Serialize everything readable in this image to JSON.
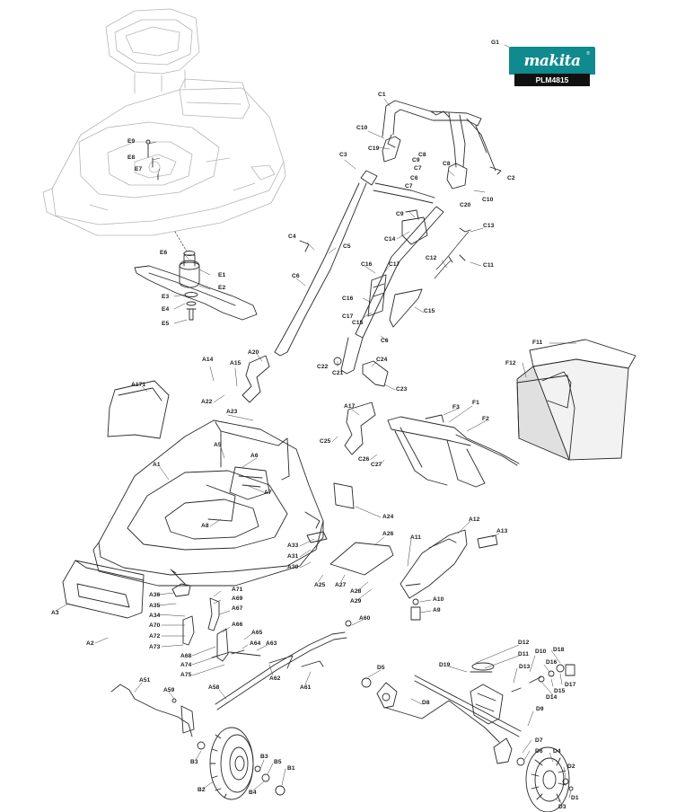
{
  "logo": {
    "brand": "makita",
    "model": "PLM4815"
  },
  "colors": {
    "line": "#2a2a2a",
    "faint": "#b8b8b8",
    "logo_bg": "#0f8a8e",
    "logo_band": "#111111"
  },
  "labels": {
    "G1": "G1",
    "C1": "C1",
    "C10a": "C10",
    "C19": "C19",
    "C8a": "C8",
    "C9a": "C9",
    "C7a": "C7",
    "C6a": "C6",
    "C7b": "C7",
    "C3": "C3",
    "C8b": "C8",
    "C2": "C2",
    "C10b": "C10",
    "C20": "C20",
    "C9b": "C9",
    "C14": "C14",
    "C13": "C13",
    "C4": "C4",
    "C5": "C5",
    "C12": "C12",
    "C11": "C11",
    "C16a": "C16",
    "C17a": "C17",
    "C6b": "C6",
    "C16b": "C16",
    "C17b": "C17",
    "C15a": "C15",
    "C15b": "C15",
    "C6c": "C6",
    "C22": "C22",
    "C21": "C21",
    "C24": "C24",
    "C23": "C23",
    "E9": "E9",
    "E8": "E8",
    "E7": "E7",
    "E6": "E6",
    "E1": "E1",
    "E2": "E2",
    "E3": "E3",
    "E4": "E4",
    "E5": "E5",
    "F11": "F11",
    "F12": "F12",
    "F1": "F1",
    "F2": "F2",
    "F3": "F3",
    "A20": "A20",
    "A14": "A14",
    "A15": "A15",
    "A171": "A171",
    "A22": "A22",
    "A23": "A23",
    "A17": "A17",
    "C25": "C25",
    "C26": "C26",
    "C27": "C27",
    "A5": "A5",
    "A6": "A6",
    "A1": "A1",
    "A7": "A7",
    "A8": "A8",
    "A24": "A24",
    "A33": "A33",
    "A31": "A31",
    "A30": "A30",
    "A26": "A26",
    "A11": "A11",
    "A12": "A12",
    "A13": "A13",
    "A25": "A25",
    "A27": "A27",
    "A28": "A28",
    "A29": "A29",
    "A10": "A10",
    "A9": "A9",
    "A36": "A36",
    "A71": "A71",
    "A69": "A69",
    "A35": "A35",
    "A67": "A67",
    "A34": "A34",
    "A3": "A3",
    "A70": "A70",
    "A66": "A66",
    "A72": "A72",
    "A65": "A65",
    "A64": "A64",
    "A63": "A63",
    "A73": "A73",
    "A2": "A2",
    "A68": "A68",
    "A74": "A74",
    "A75": "A75",
    "A62": "A62",
    "A60": "A60",
    "A61": "A61",
    "A51": "A51",
    "A59": "A59",
    "A58": "A58",
    "D12": "D12",
    "D11": "D11",
    "D10": "D10",
    "D18": "D18",
    "D19": "D19",
    "D5": "D5",
    "D13": "D13",
    "D16": "D16",
    "D15": "D15",
    "D14": "D14",
    "D17": "D17",
    "D8": "D8",
    "D9": "D9",
    "D7": "D7",
    "D6": "D6",
    "D4": "D4",
    "D2": "D2",
    "D1": "D1",
    "D3": "D3",
    "B3a": "B3",
    "B5": "B5",
    "B1": "B1",
    "B3b": "B3",
    "B4": "B4",
    "B2": "B2"
  }
}
